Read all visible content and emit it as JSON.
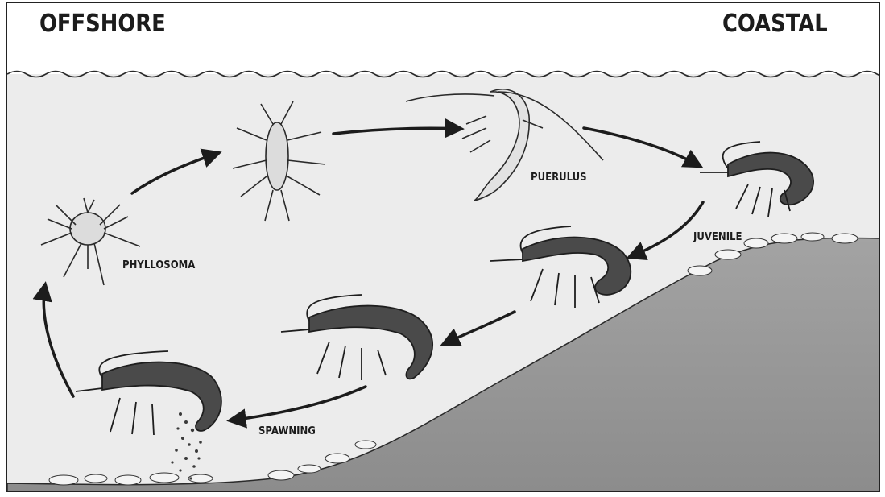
{
  "zones": {
    "offshore": "OFFSHORE",
    "coastal": "COASTAL"
  },
  "stages": {
    "phyllosoma": "PHYLLOSOMA",
    "puerulus": "PUERULUS",
    "juvenile": "JUVENILE",
    "spawning": "SPAWNING"
  },
  "colors": {
    "water": "#ececec",
    "seabed": "#9a9a9a",
    "ink": "#1c1c1c",
    "background": "#ffffff"
  }
}
